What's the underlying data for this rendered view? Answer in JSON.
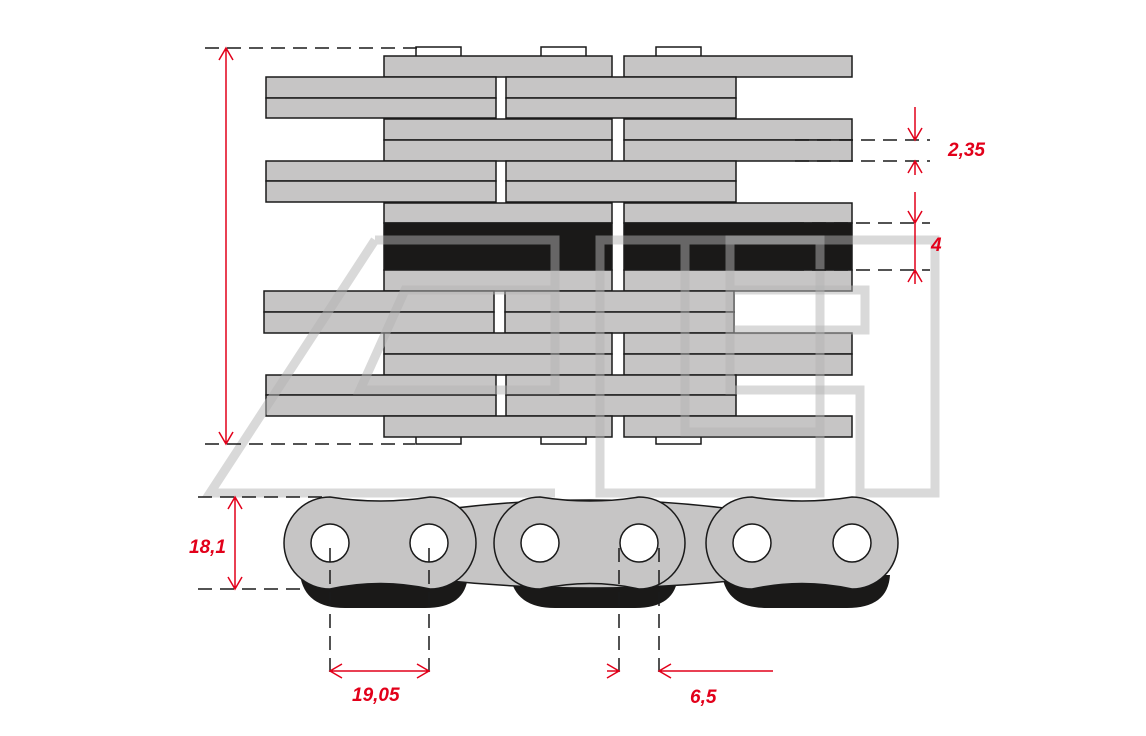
{
  "diagram": {
    "dimensions": {
      "plate_thickness": "2,35",
      "center_plate_thickness": "4",
      "plate_height": "18,1",
      "pitch": "19,05",
      "pin_diameter": "6,5"
    },
    "colors": {
      "dimension": "#e2001a",
      "plate": "#c6c5c5",
      "dark": "#1a1918"
    }
  }
}
